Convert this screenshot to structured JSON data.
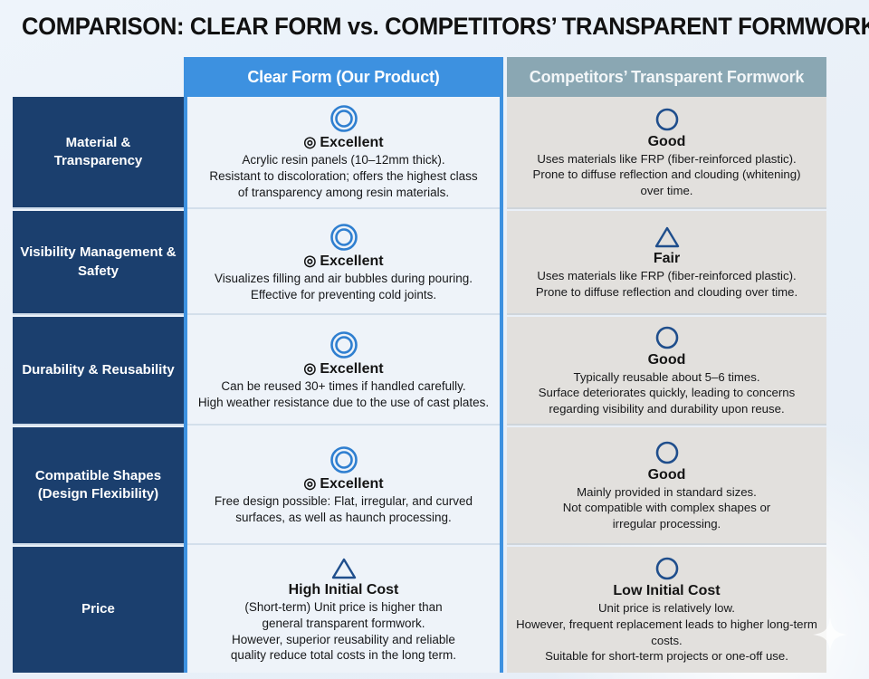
{
  "title": "COMPARISON: CLEAR FORM vs. COMPETITORS’ TRANSPARENT FORMWORK",
  "colors": {
    "page_background": "#eaf1f9",
    "ours_header": "#3d91e0",
    "theirs_header": "#8aa7b3",
    "label_column": "#1b3f6e",
    "ours_cell": "#eef3f9",
    "theirs_cell": "#e2e0dd",
    "icon_blue": "#2f7fd0",
    "icon_navy": "#1f4e8c",
    "title_text": "#111111"
  },
  "columns": {
    "criteria_header": "",
    "ours_header": "Clear Form (Our Product)",
    "theirs_header": "Competitors’ Transparent Formwork"
  },
  "rows": [
    {
      "criterion": "Material & Transparency",
      "ours": {
        "icon": "double-circle-icon",
        "rating_glyph": "◎",
        "rating": "Excellent",
        "description": [
          "Acrylic resin panels (10–12mm thick).",
          "Resistant to discoloration; offers the highest class",
          "of transparency among resin materials."
        ]
      },
      "theirs": {
        "icon": "circle-icon",
        "rating_glyph": "",
        "rating": "Good",
        "description": [
          "Uses materials like FRP (fiber-reinforced plastic).",
          "Prone to diffuse reflection and clouding (whitening)",
          "over time."
        ]
      }
    },
    {
      "criterion": "Visibility Management & Safety",
      "ours": {
        "icon": "double-circle-icon",
        "rating_glyph": "◎",
        "rating": "Excellent",
        "description": [
          "Visualizes filling and air bubbles during pouring.",
          "Effective for preventing cold joints."
        ]
      },
      "theirs": {
        "icon": "triangle-icon",
        "rating_glyph": "",
        "rating": "Fair",
        "description": [
          "Uses materials like FRP (fiber-reinforced plastic).",
          "Prone to diffuse reflection and clouding over time."
        ]
      }
    },
    {
      "criterion": "Durability & Reusability",
      "ours": {
        "icon": "double-circle-icon",
        "rating_glyph": "◎",
        "rating": "Excellent",
        "description": [
          "Can be reused 30+ times if handled carefully.",
          "High weather resistance due to the use of cast plates."
        ]
      },
      "theirs": {
        "icon": "circle-icon",
        "rating_glyph": "",
        "rating": "Good",
        "description": [
          "Typically reusable about 5–6 times.",
          "Surface deteriorates quickly, leading to concerns",
          "regarding visibility and durability upon reuse."
        ]
      }
    },
    {
      "criterion": "Compatible Shapes (Design Flexibility)",
      "ours": {
        "icon": "double-circle-icon",
        "rating_glyph": "◎",
        "rating": "Excellent",
        "description": [
          "Free design possible: Flat, irregular, and curved",
          "surfaces, as well as haunch processing."
        ]
      },
      "theirs": {
        "icon": "circle-icon",
        "rating_glyph": "",
        "rating": "Good",
        "description": [
          "Mainly provided in standard sizes.",
          "Not compatible with complex shapes or",
          "irregular processing."
        ]
      }
    },
    {
      "criterion": "Price",
      "ours": {
        "icon": "triangle-icon",
        "rating_glyph": "",
        "rating": "High Initial Cost",
        "description": [
          "(Short-term) Unit price is higher than",
          "general transparent formwork.",
          "However, superior reusability and reliable",
          "quality reduce total costs in the long term."
        ]
      },
      "theirs": {
        "icon": "circle-icon",
        "rating_glyph": "",
        "rating": "Low Initial Cost",
        "description": [
          "Unit price is relatively low.",
          "However, frequent replacement leads to higher long-term costs.",
          "Suitable for short-term projects or one-off use."
        ]
      }
    }
  ]
}
